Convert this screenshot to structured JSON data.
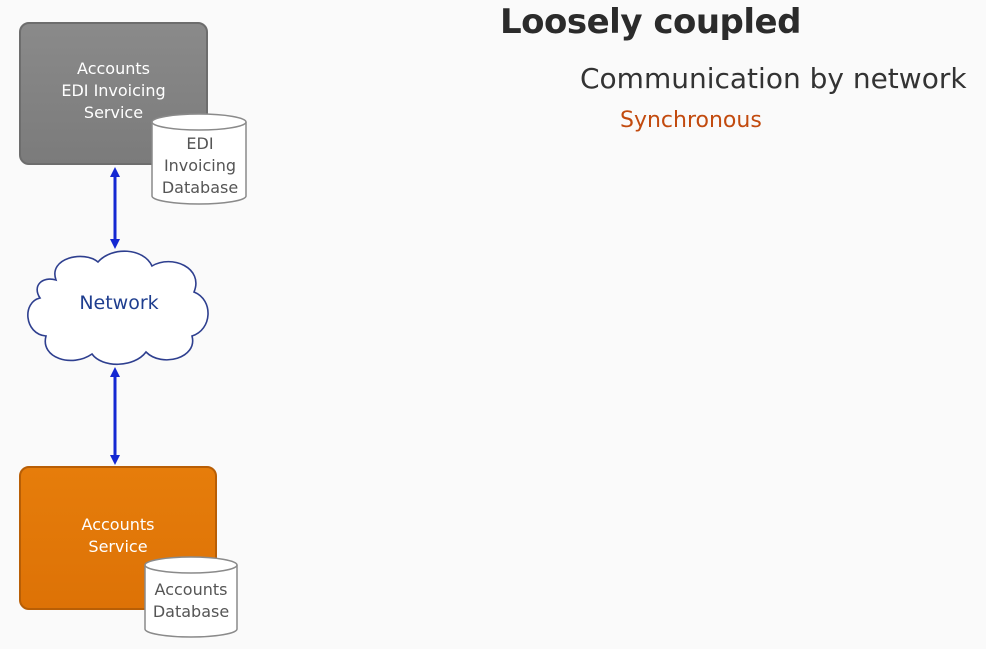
{
  "header": {
    "title": "Loosely coupled",
    "subtitle": "Communication by network",
    "mode": "Synchronous"
  },
  "colors": {
    "edi_box": "#7f7f7f",
    "accounts_box": "#e27808",
    "arrow": "#1428d2",
    "network_label": "#1f3e8f",
    "sync_text": "#c24a0e"
  },
  "diagram": {
    "edi_service": {
      "lines": [
        "Accounts",
        "EDI Invoicing",
        "Service"
      ]
    },
    "edi_database": {
      "lines": [
        "EDI",
        "Invoicing",
        "Database"
      ]
    },
    "network": {
      "label": "Network"
    },
    "accounts_service": {
      "lines": [
        "Accounts",
        "Service"
      ]
    },
    "accounts_database": {
      "lines": [
        "Accounts",
        "Database"
      ]
    }
  }
}
